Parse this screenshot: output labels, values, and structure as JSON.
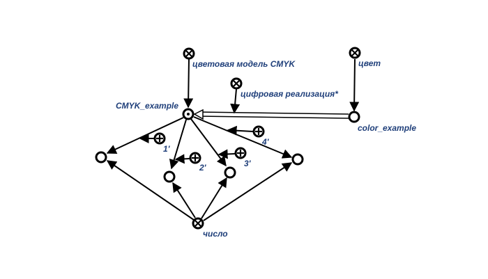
{
  "labels": {
    "cmyk_model": "цветовая модель CMYK",
    "color": "цвет",
    "digital": "цифровая реализация*",
    "cmyk_example": "CMYK_example",
    "color_example": "color_example",
    "number": "число",
    "role1": "1'",
    "role2": "2'",
    "role3": "3'",
    "role4": "4'"
  },
  "colors": {
    "label": "#1f3f7a",
    "stroke": "#000000"
  },
  "icons": {
    "class_node": "circled-x-icon",
    "attribute_node": "circled-plus-icon",
    "instance_node": "circled-dot-icon",
    "element_node": "circle-icon"
  }
}
